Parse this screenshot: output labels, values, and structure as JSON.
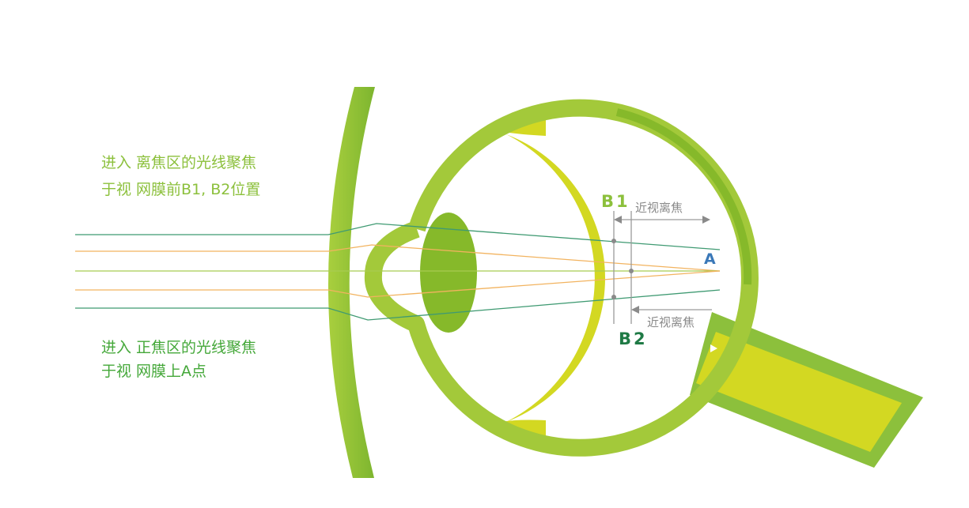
{
  "captions": {
    "defocus_line1": "进入 离焦区的光线聚焦",
    "defocus_line2": "于视 网膜前B1, B2位置",
    "focus_line1": "进入 正焦区的光线聚焦",
    "focus_line2": "于视 网膜上A点"
  },
  "labels": {
    "b1": "B1",
    "b2": "B2",
    "a": "A",
    "myopic_defocus_top": "近视离焦",
    "myopic_defocus_bottom": "近视离焦"
  },
  "colors": {
    "defocus_text": "#8cc03c",
    "focus_text": "#45a83a",
    "eye_wall": "#a3c93a",
    "retina": "#d3d822",
    "lens": "#86b92a",
    "spectacle": "#8dc03a",
    "ray_green": "#3f9a72",
    "ray_orange": "#f2b35f",
    "ray_center": "#a8cc52",
    "b1": "#8cc03c",
    "b2": "#1f7a45",
    "a": "#3a78b8",
    "guide": "#9a9a9a"
  }
}
